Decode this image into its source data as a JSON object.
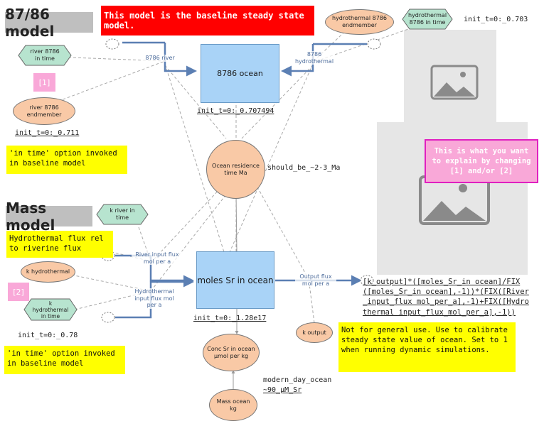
{
  "titles": {
    "model_8786": "87/86 model",
    "mass_model": "Mass model"
  },
  "banner": "This model is the baseline steady state model.",
  "stocks": {
    "ocean_8786": "8786 ocean",
    "moles_sr": "moles Sr in ocean"
  },
  "init_values": {
    "ocean_8786": "init_t=0:_0.707494",
    "river_endmember": "init_t=0:_0.711",
    "hydrothermal_top": "init_t=0:_0.703",
    "moles_sr": "init_t=0:_1.28e17",
    "k_hydrothermal": "init_t=0:_0.78"
  },
  "flows": {
    "river_8786": "8786 river",
    "hydrothermal_8786": "8786\nhydrothermal",
    "river_input_flux": "River input flux\nmol per a",
    "hydrothermal_input_flux": "Hydrothermal\ninput flux mol\nper a",
    "output_flux": "Output flux\nmol per a"
  },
  "converters": {
    "river_8786_endmember": "river 8786\nendmember",
    "hydrothermal_8786_endmember": "hydrothermal 8786\nendmember",
    "ocean_residence_time": "Ocean residence\ntime Ma",
    "k_hydrothermal": "k hydrothermal",
    "k_output": "k output",
    "conc_sr": "Conc Sr in ocean\nµmol per kg",
    "mass_ocean": "Mass ocean kg"
  },
  "ghosts": {
    "river_8786_in_time": "river 8786\nin time",
    "hydrothermal_8786_in_time": "hydrothermal\n8786 in time",
    "k_river_in_time": "k river in\ntime",
    "k_hydrothermal_in_time": "k\nhydrothermal\nin time"
  },
  "markers": {
    "one": "[1]",
    "two": "[2]"
  },
  "annotations": {
    "should_be": "should_be_~2-3_Ma",
    "modern_day_line1": "modern_day_ocean",
    "modern_day_line2": "~90_µM_Sr"
  },
  "notes": {
    "in_time_top": "'in time' option invoked\nin baseline model",
    "hydro_flux_rel": "Hydrothermal flux rel\nto riverine flux",
    "in_time_bottom": "'in time' option invoked\nin baseline model",
    "not_general_use": "Not for general use. Use to calibrate\nsteady state value of ocean. Set to 1\nwhen running dynamic simulations.",
    "explain": "This is what you want\nto explain by changing\n[1] and/or [2]"
  },
  "equation": "[k_output]*([moles_Sr_in ocean]/FIX([moles_Sr_in ocean],-1))*(FIX([River_input_flux mol_per_a],-1)+FIX([Hydrothermal input_flux_mol_per_a],-1))",
  "colors": {
    "stock_fill": "#a9d3f7",
    "converter_fill": "#f9c9a6",
    "ghost_fill": "#b7e4cf",
    "flow_pipe": "#5b7fb3",
    "connector": "#a9a9a9",
    "banner_red": "#ff0000",
    "note_yellow": "#ffff00",
    "note_pink": "#f9a8d8",
    "title_gray": "#bfbfbf"
  },
  "icons": [
    "cloud-icon",
    "image-placeholder-icon"
  ]
}
